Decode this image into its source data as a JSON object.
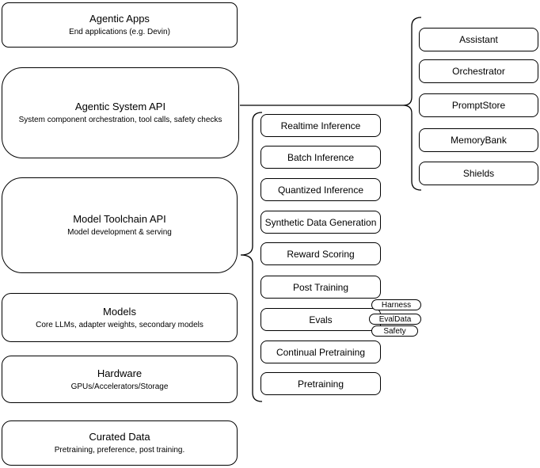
{
  "colors": {
    "stroke": "#000000",
    "fill": "#ffffff",
    "text": "#000000",
    "canvas_background": "#ffffff"
  },
  "left_stack": [
    {
      "title": "Agentic Apps",
      "subtitle": "End applications (e.g. Devin)"
    },
    {
      "title": "Agentic System API",
      "subtitle": "System component orchestration, tool calls, safety checks"
    },
    {
      "title": "Model Toolchain API",
      "subtitle": "Model development & serving"
    },
    {
      "title": "Models",
      "subtitle": "Core LLMs, adapter weights, secondary models"
    },
    {
      "title": "Hardware",
      "subtitle": "GPUs/Accelerators/Storage"
    },
    {
      "title": "Curated Data",
      "subtitle": "Pretraining, preference, post training."
    }
  ],
  "toolchain_items": [
    "Realtime Inference",
    "Batch Inference",
    "Quantized Inference",
    "Synthetic Data Generation",
    "Reward Scoring",
    "Post Training",
    "Evals",
    "Continual Pretraining",
    "Pretraining"
  ],
  "eval_tags": [
    "Harness",
    "EvalData",
    "Safety"
  ],
  "system_items": [
    "Assistant",
    "Orchestrator",
    "PromptStore",
    "MemoryBank",
    "Shields"
  ]
}
